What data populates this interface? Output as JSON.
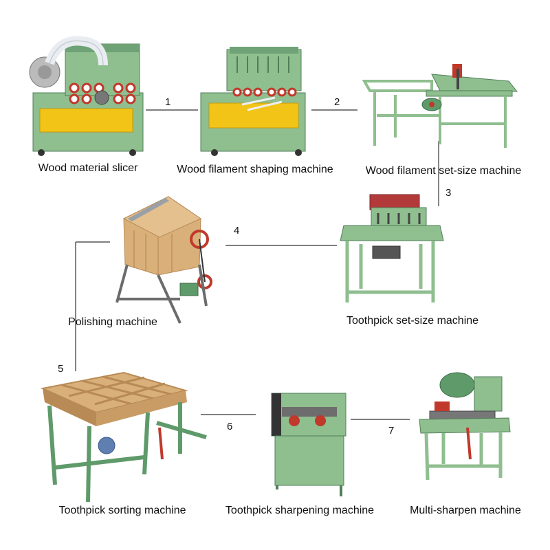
{
  "machines": [
    {
      "id": "slicer",
      "label": "Wood material slicer"
    },
    {
      "id": "shaper",
      "label": "Wood filament shaping machine"
    },
    {
      "id": "filament-setsize",
      "label": "Wood filament set-size machine"
    },
    {
      "id": "toothpick-setsize",
      "label": "Toothpick set-size machine"
    },
    {
      "id": "polisher",
      "label": "Polishing machine"
    },
    {
      "id": "sorter",
      "label": "Toothpick sorting machine"
    },
    {
      "id": "sharpener",
      "label": "Toothpick sharpening machine"
    },
    {
      "id": "multi-sharpen",
      "label": "Multi-sharpen machine"
    }
  ],
  "steps": [
    "1",
    "2",
    "3",
    "4",
    "5",
    "6",
    "7"
  ],
  "colors": {
    "machine_green": "#8fbe8f",
    "machine_dark_green": "#5f9a6a",
    "board_yellow": "#f2c418",
    "wood": "#d9b07a",
    "wood_dark": "#b88a55",
    "accent_red": "#c0392b",
    "line": "#333333"
  }
}
